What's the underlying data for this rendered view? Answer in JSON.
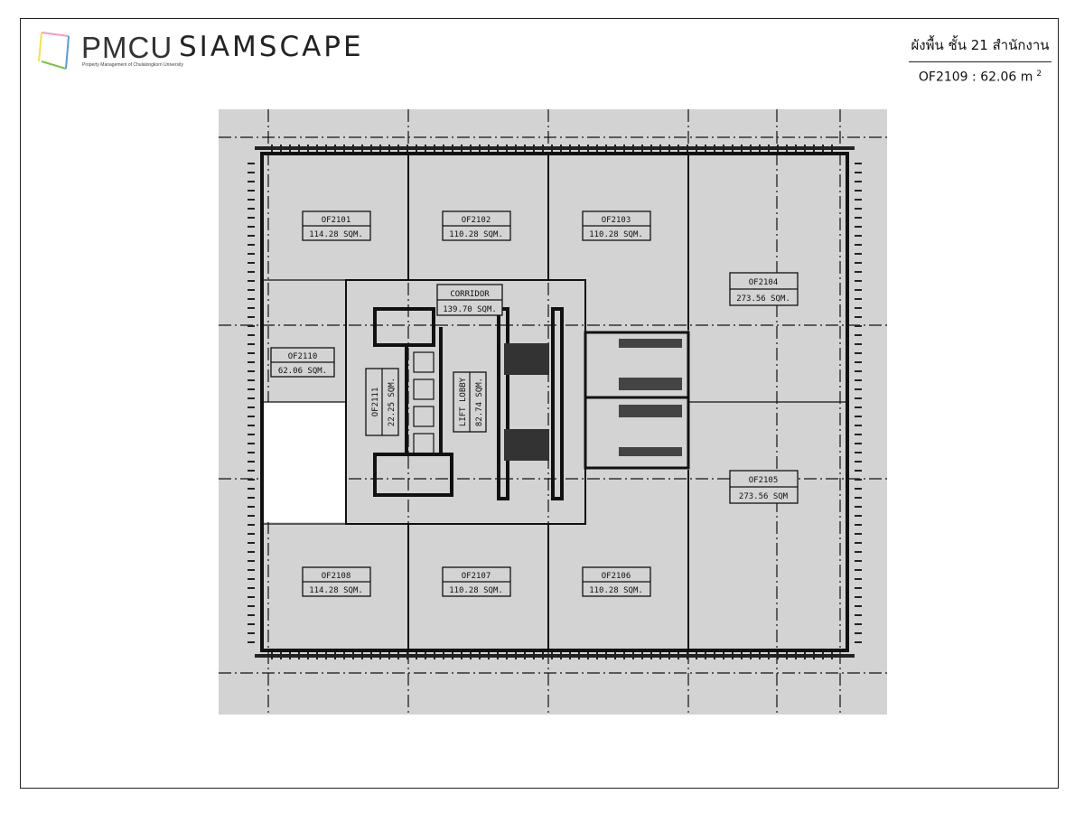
{
  "header": {
    "logo": {
      "brand": "PMCU",
      "product": "SIAMSCAPE",
      "tagline": "Property Management of Chulalongkorn University"
    },
    "title": "ผังพื้น ชั้น 21 สำนักงาน",
    "unit_label": "OF2109 : 62.06 m",
    "unit_superscript": "2"
  },
  "plan": {
    "rooms": [
      {
        "id": "OF2101",
        "area": "114.28 SQM."
      },
      {
        "id": "OF2102",
        "area": "110.28 SQM."
      },
      {
        "id": "OF2103",
        "area": "110.28 SQM."
      },
      {
        "id": "OF2104",
        "area": "273.56 SQM."
      },
      {
        "id": "OF2105",
        "area": "273.56 SQM"
      },
      {
        "id": "OF2106",
        "area": "110.28 SQM."
      },
      {
        "id": "OF2107",
        "area": "110.28 SQM."
      },
      {
        "id": "OF2108",
        "area": "114.28 SQM."
      },
      {
        "id": "OF2110",
        "area": "62.06 SQM."
      },
      {
        "id": "OF2111",
        "area": "22.25 SQM."
      },
      {
        "id": "LIFT LOBBY",
        "area": "82.74 SQM."
      },
      {
        "id": "CORRIDOR",
        "area": "139.70 SQM."
      }
    ],
    "highlight_color": "#ffffff",
    "background_color": "#d3d3d3"
  }
}
